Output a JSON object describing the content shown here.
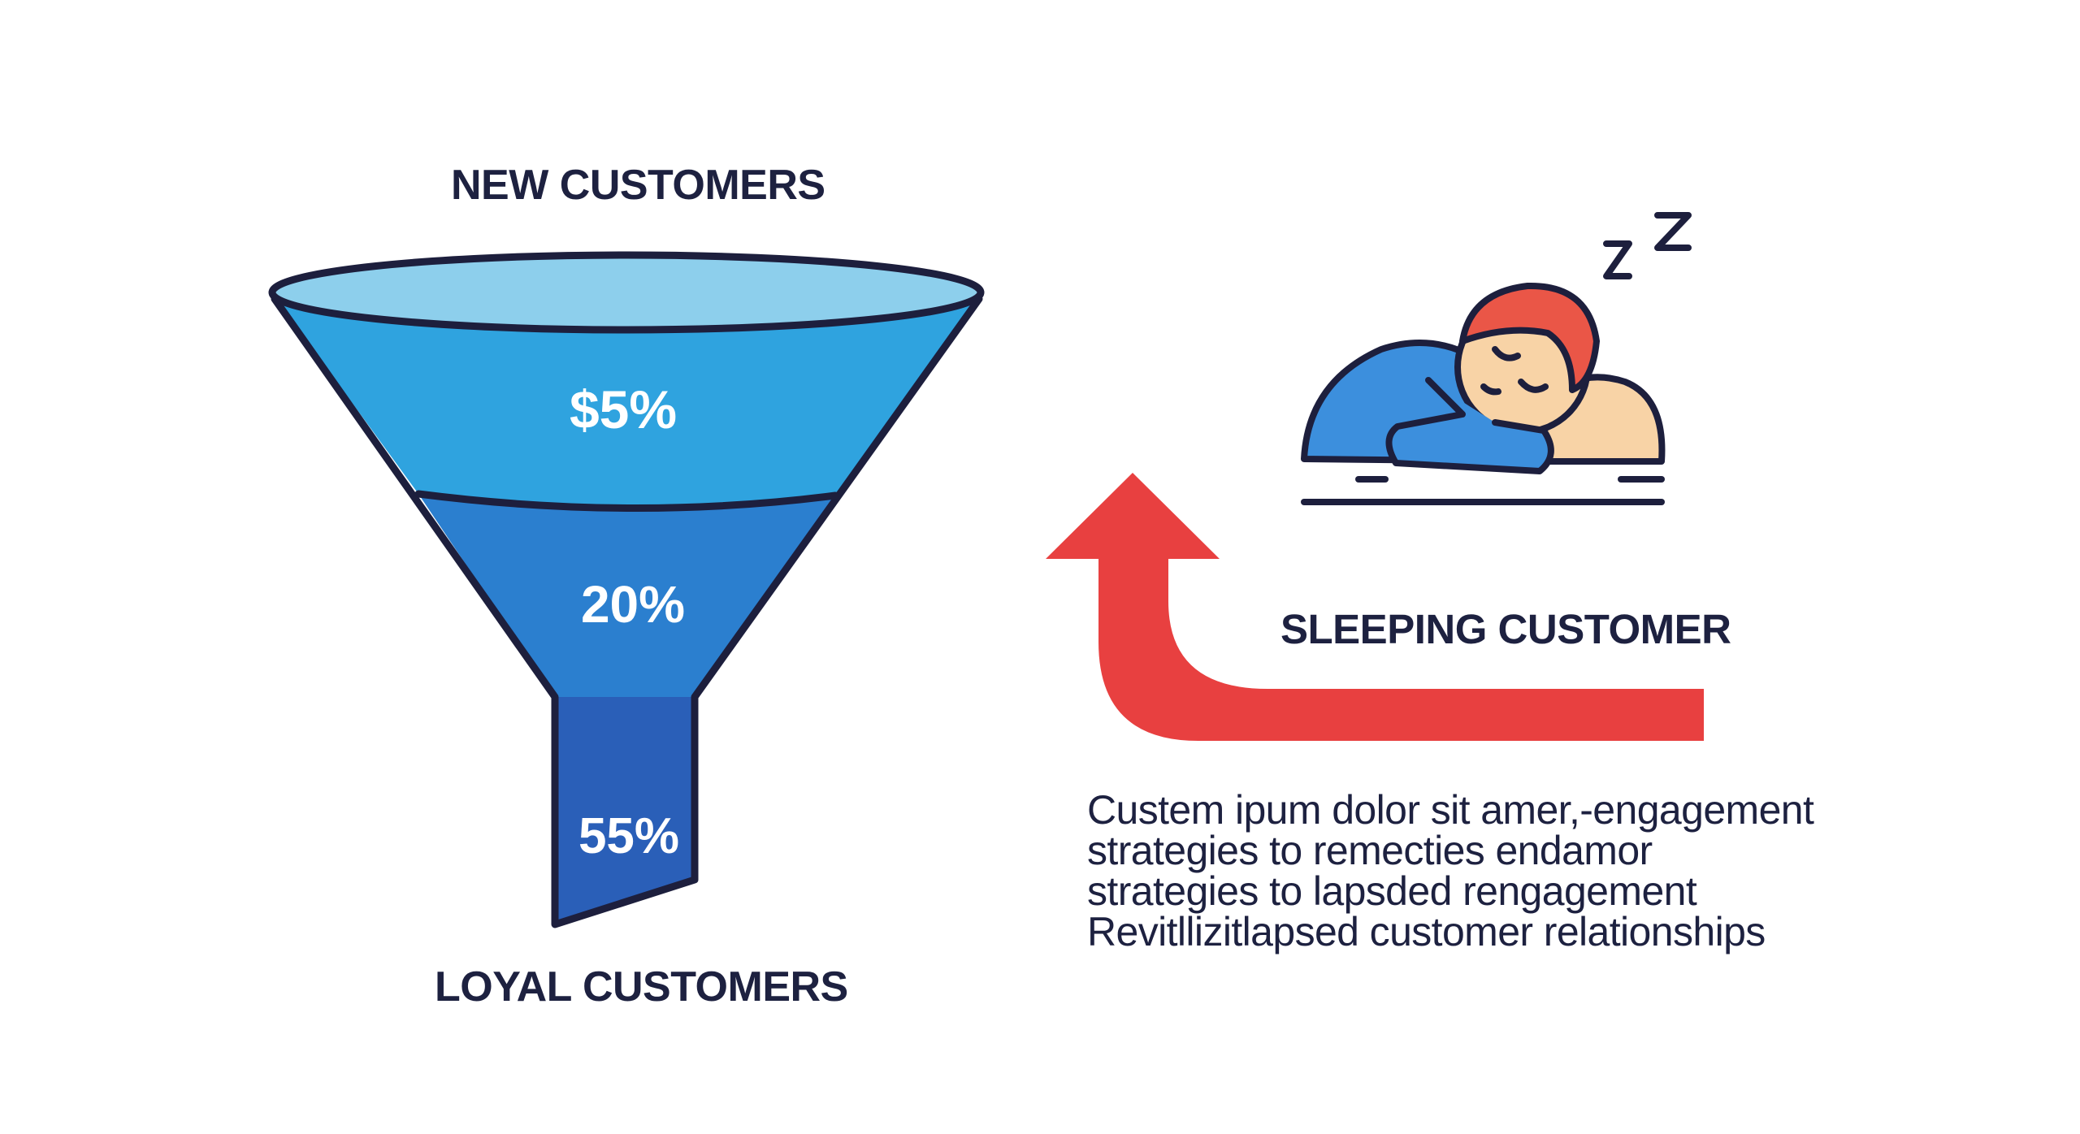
{
  "funnel": {
    "top_label": "NEW CUSTOMERS",
    "bottom_label": "LOYAL CUSTOMERS",
    "segments": [
      {
        "label": "$5%",
        "color": "#2fa3df"
      },
      {
        "label": "20%",
        "color": "#2b7fcf"
      },
      {
        "label": "55%",
        "color": "#2a5fb8"
      }
    ],
    "rim_color": "#8dcfec",
    "outline_color": "#1d1f3d"
  },
  "sleeping": {
    "label": "SLEEPING CUSTOMER",
    "zzz": "z Z",
    "icon": "sleeping-person-icon",
    "arrow_color": "#e84040",
    "skin_color": "#f8d3a6",
    "hair_color": "#ea5647",
    "body_color": "#3c8fdd"
  },
  "description": {
    "lines": [
      "Custem ipum dolor sit amer,-engagement",
      "strategies  to remecties endamor",
      "strategies to lapsded rengagement",
      "Revitllizitlapsed customer relationships"
    ]
  }
}
